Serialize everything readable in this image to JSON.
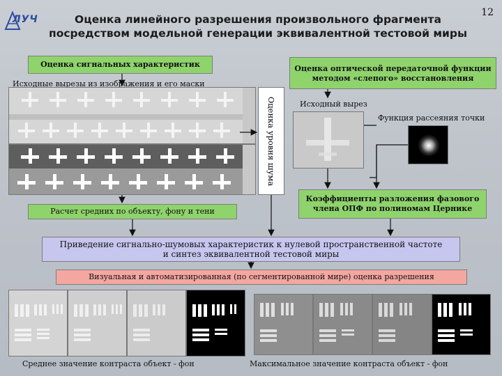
{
  "slide": {
    "page_number": "12",
    "logo_text": "ЛУЧ",
    "title_line1": "Оценка линейного разрешения произвольного фрагмента",
    "title_line2": "посредством модельной генерации эквивалентной тестовой миры"
  },
  "left_panel": {
    "signal_header": "Оценка сигнальных характеристик",
    "source_cuts_label": "Исходные вырезы из  изображения и его маски",
    "noise_label": "Оценка уровня шума",
    "averages_label": "Расчет средних по объекту, фону и тени"
  },
  "right_panel": {
    "otf_header": "Оценка оптической передаточной функции методом «слепого» восстановления",
    "source_cut_label": "Исходный вырез",
    "psf_label": "Функция рассеяния точки",
    "zernike_label": "Коэффициенты разложения фазового члена ОПФ по полиномам Цернике"
  },
  "synthesis": {
    "text": "Приведение сигнально-шумовых характеристик к нулевой пространственной частоте и синтез эквивалентной тестовой миры"
  },
  "evaluation": {
    "text": "Визуальная и автоматизированная (по сегментированной мире) оценка разрешения"
  },
  "captions": {
    "average_contrast": "Среднее значение контраста объект - фон",
    "max_contrast": "Максимальное значение контраста объект - фон"
  },
  "colors": {
    "green_box": "#8fd36c",
    "lavender_box": "#c6c6ef",
    "pink_box": "#f3a7a0"
  }
}
